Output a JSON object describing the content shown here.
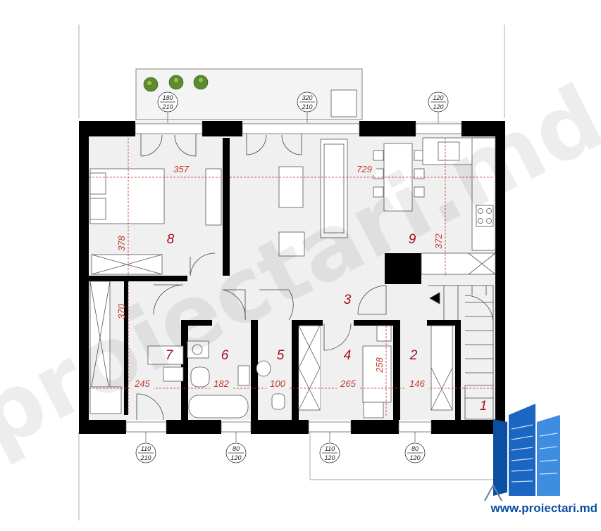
{
  "watermark": "proiectari.md",
  "logo_url": "www.proiectari.md",
  "rooms": [
    {
      "id": "1",
      "label": "1"
    },
    {
      "id": "2",
      "label": "2"
    },
    {
      "id": "3",
      "label": "3"
    },
    {
      "id": "4",
      "label": "4"
    },
    {
      "id": "5",
      "label": "5"
    },
    {
      "id": "6",
      "label": "6"
    },
    {
      "id": "7",
      "label": "7"
    },
    {
      "id": "8",
      "label": "8"
    },
    {
      "id": "9",
      "label": "9"
    }
  ],
  "dimensions": [
    "357",
    "729",
    "378",
    "372",
    "370",
    "245",
    "182",
    "100",
    "265",
    "258",
    "146"
  ],
  "openings": [
    {
      "top": "180",
      "bottom": "210"
    },
    {
      "top": "320",
      "bottom": "210"
    },
    {
      "top": "120",
      "bottom": "120"
    },
    {
      "top": "110",
      "bottom": "210"
    },
    {
      "top": "80",
      "bottom": "120"
    },
    {
      "top": "110",
      "bottom": "120"
    },
    {
      "top": "80",
      "bottom": "120"
    }
  ],
  "colors": {
    "walls": "#000000",
    "floor": "#f0f0f0",
    "terrace": "#f4f4f4",
    "dimension_text": "#c0392b",
    "room_number": "#a50e1e",
    "logo_blue": "#0b4fa3"
  }
}
